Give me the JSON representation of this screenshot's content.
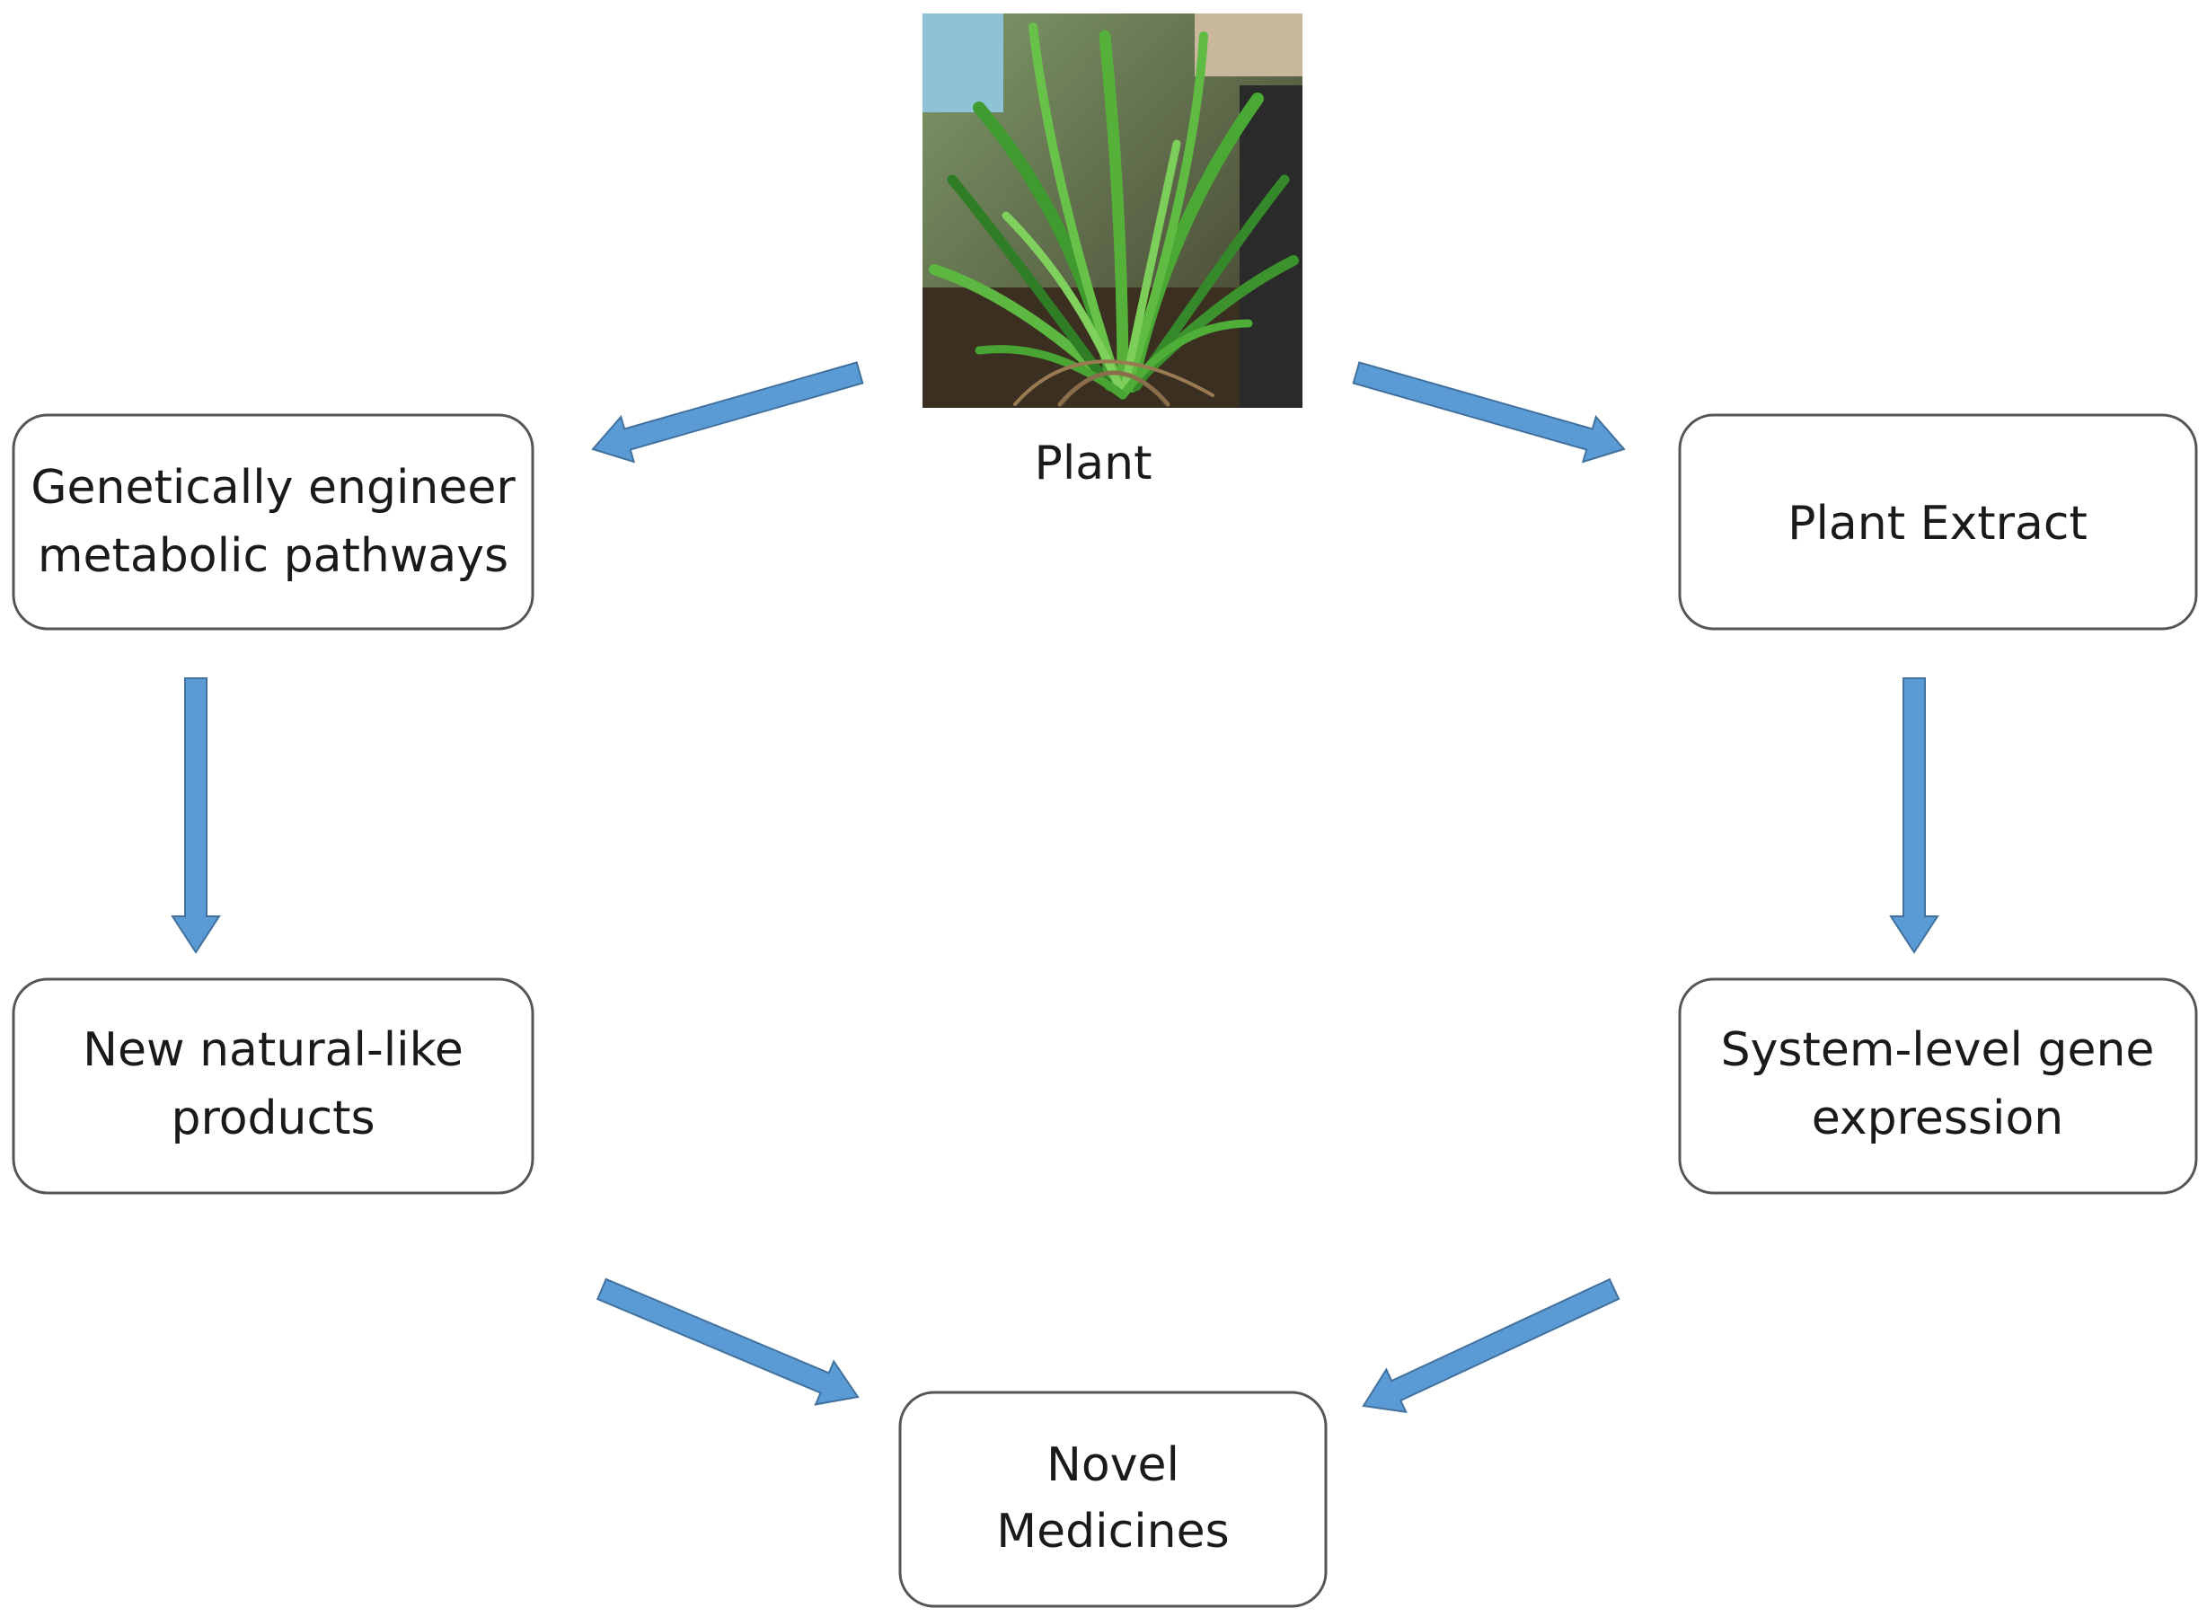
{
  "colors": {
    "arrow_fill": "#5b9bd5",
    "arrow_stroke": "#41719c",
    "box_stroke": "#555555"
  },
  "plant": {
    "image": "plant-photo",
    "label": "Plant"
  },
  "nodes": {
    "genetic": {
      "line1": "Genetically engineer",
      "line2": "metabolic pathways"
    },
    "extract": {
      "line1": "Plant Extract"
    },
    "natural": {
      "line1": "New natural-like",
      "line2": "products"
    },
    "system": {
      "line1": "System-level gene",
      "line2": "expression"
    },
    "medicines": {
      "line1": "Novel",
      "line2": "Medicines"
    }
  }
}
